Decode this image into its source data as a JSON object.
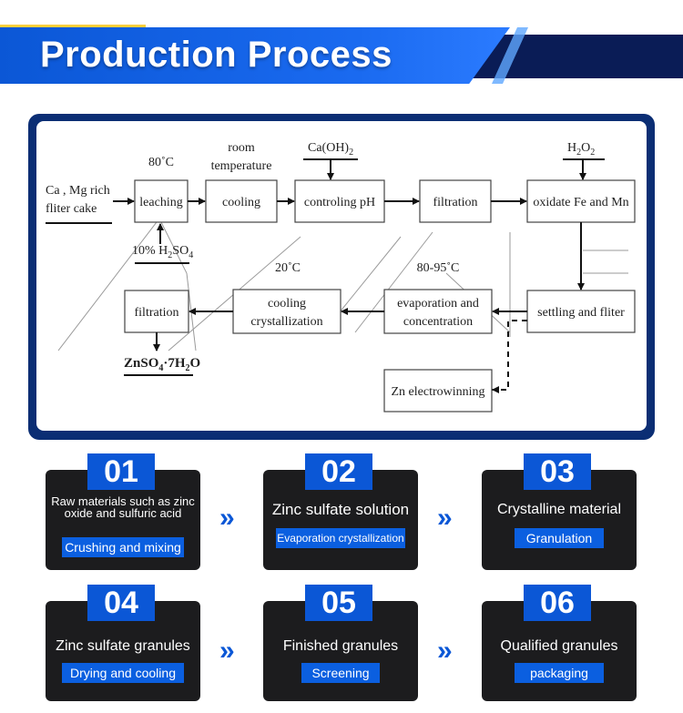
{
  "header": {
    "title": "Production Process"
  },
  "flow": {
    "feed": [
      "Ca , Mg rich",
      "fliter cake"
    ],
    "temp_leach": "80˚C",
    "temp_room": [
      "room",
      "temperature"
    ],
    "reagent_caoh": "Ca(OH)",
    "reagent_caoh_sub": "2",
    "reagent_h2o2": "H",
    "reagent_h2o2_sub1": "2",
    "reagent_h2o2_o": "O",
    "reagent_h2o2_sub2": "2",
    "acid": "10% H",
    "acid_sub1": "2",
    "acid_so": "SO",
    "acid_sub2": "4",
    "temp_cool": "20˚C",
    "temp_evap": "80-95˚C",
    "box_leaching": "leaching",
    "box_cooling": "cooling",
    "box_ph": "controling  pH",
    "box_filtration1": "filtration",
    "box_oxidate": "oxidate Fe and Mn",
    "box_settling": "settling and fliter",
    "box_evap": [
      "evaporation and",
      "concentration"
    ],
    "box_cool_cryst": [
      "cooling",
      "crystallization"
    ],
    "box_filtration2": "filtration",
    "box_zn": "Zn electrowinning",
    "product_a": "ZnSO",
    "product_sub1": "4",
    "product_b": "·7H",
    "product_sub2": "2",
    "product_c": "O"
  },
  "steps": [
    {
      "num": "01",
      "title": "Raw materials such as zinc oxide and sulfuric acid",
      "action": "Crushing and mixing"
    },
    {
      "num": "02",
      "title": "Zinc sulfate solution",
      "action": "Evaporation crystallization"
    },
    {
      "num": "03",
      "title": "Crystalline material",
      "action": "Granulation"
    },
    {
      "num": "04",
      "title": "Zinc sulfate granules",
      "action": "Drying and cooling"
    },
    {
      "num": "05",
      "title": "Finished granules",
      "action": "Screening"
    },
    {
      "num": "06",
      "title": "Qualified granules",
      "action": "packaging"
    }
  ],
  "arrow_glyph": "»"
}
